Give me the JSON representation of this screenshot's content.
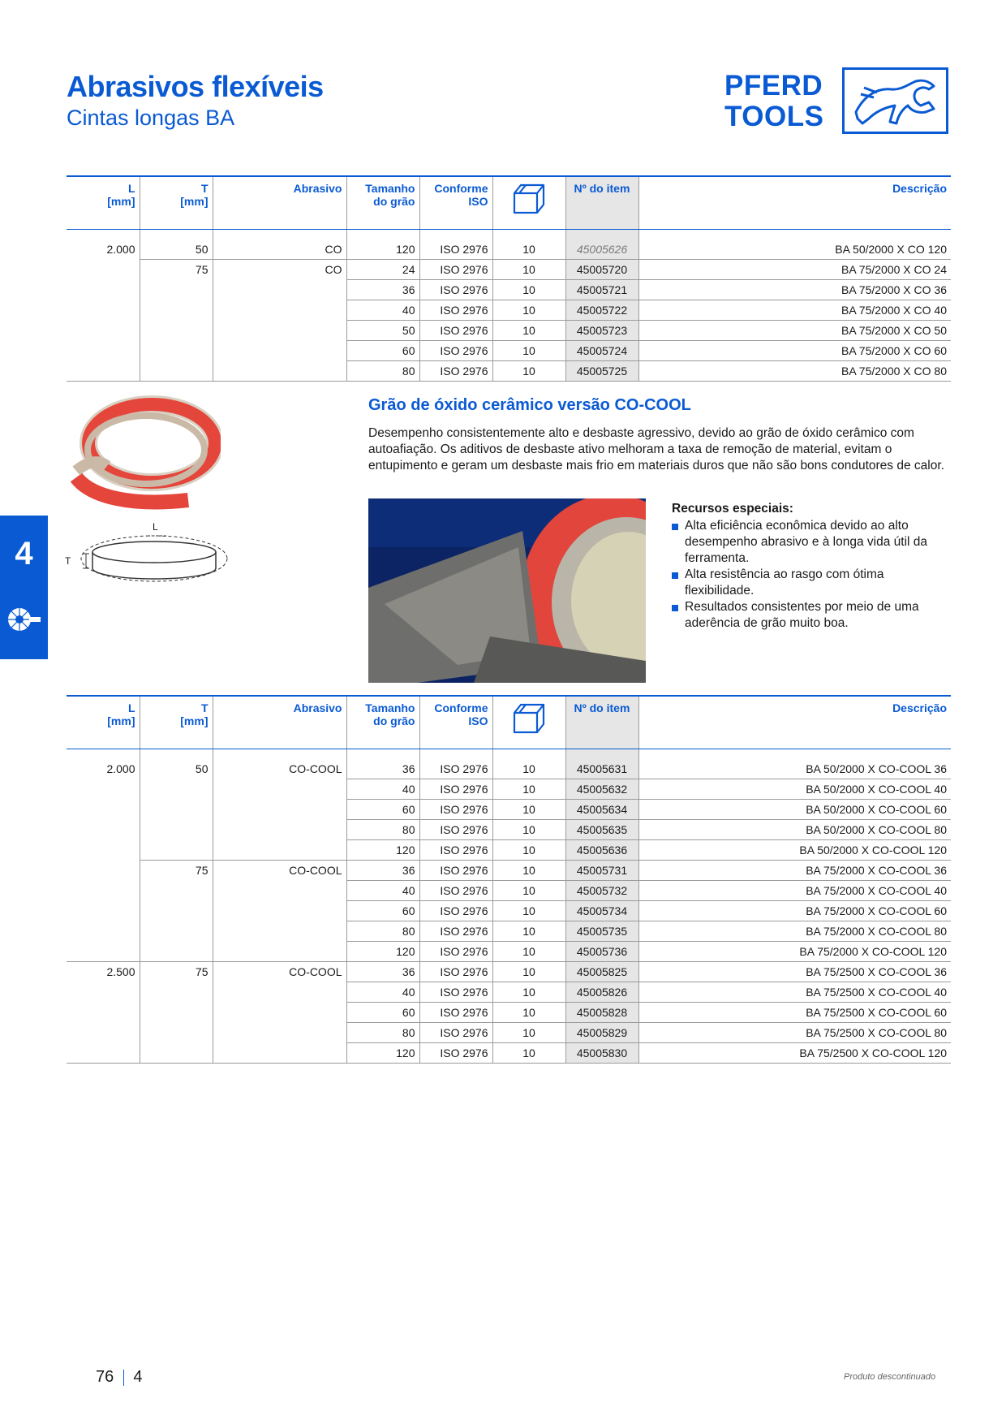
{
  "header": {
    "title": "Abrasivos flexíveis",
    "subtitle": "Cintas longas BA",
    "logo_line1": "PFERD",
    "logo_line2": "TOOLS"
  },
  "table_headers": {
    "l": "L",
    "l_unit": "[mm]",
    "t": "T",
    "t_unit": "[mm]",
    "abrasive": "Abrasivo",
    "grit_1": "Tamanho",
    "grit_2": "do grão",
    "conf_1": "Conforme",
    "conf_2": "ISO",
    "item": "Nº do item",
    "desc": "Descrição"
  },
  "table1": [
    {
      "l": "2.000",
      "t": "50",
      "abr": "CO",
      "grit": "120",
      "iso": "ISO 2976",
      "pack": "10",
      "item": "45005626",
      "desc": "BA 50/2000 X CO 120",
      "discontinued": true
    },
    {
      "l": "",
      "t": "75",
      "abr": "CO",
      "grit": "24",
      "iso": "ISO 2976",
      "pack": "10",
      "item": "45005720",
      "desc": "BA 75/2000 X CO 24"
    },
    {
      "l": "",
      "t": "",
      "abr": "",
      "grit": "36",
      "iso": "ISO 2976",
      "pack": "10",
      "item": "45005721",
      "desc": "BA 75/2000 X CO 36"
    },
    {
      "l": "",
      "t": "",
      "abr": "",
      "grit": "40",
      "iso": "ISO 2976",
      "pack": "10",
      "item": "45005722",
      "desc": "BA 75/2000 X CO 40"
    },
    {
      "l": "",
      "t": "",
      "abr": "",
      "grit": "50",
      "iso": "ISO 2976",
      "pack": "10",
      "item": "45005723",
      "desc": "BA 75/2000 X CO 50"
    },
    {
      "l": "",
      "t": "",
      "abr": "",
      "grit": "60",
      "iso": "ISO 2976",
      "pack": "10",
      "item": "45005724",
      "desc": "BA 75/2000 X CO 60"
    },
    {
      "l": "",
      "t": "",
      "abr": "",
      "grit": "80",
      "iso": "ISO 2976",
      "pack": "10",
      "item": "45005725",
      "desc": "BA 75/2000 X CO 80"
    }
  ],
  "section": {
    "heading": "Grão de óxido cerâmico versão CO-COOL",
    "description": "Desempenho consistentemente alto e desbaste agressivo, devido ao grão de óxido cerâmico com autoafiação. Os aditivos de desbaste ativo melhoram a taxa de remoção de material, evitam o entupimento e geram um desbaste mais frio em materiais duros que não são bons condutores de calor.",
    "features_title": "Recursos especiais:",
    "features": [
      "Alta eficiência econômica devido ao alto desempenho abrasivo e à longa vida útil da ferramenta.",
      "Alta resistência ao rasgo com ótima flexibilidade.",
      "Resultados consistentes por meio de uma aderência de grão muito boa."
    ],
    "diagram_l": "L",
    "diagram_t": "T"
  },
  "table2": [
    {
      "l": "2.000",
      "t": "50",
      "abr": "CO-COOL",
      "grit": "36",
      "iso": "ISO 2976",
      "pack": "10",
      "item": "45005631",
      "desc": "BA 50/2000 X CO-COOL 36"
    },
    {
      "l": "",
      "t": "",
      "abr": "",
      "grit": "40",
      "iso": "ISO 2976",
      "pack": "10",
      "item": "45005632",
      "desc": "BA 50/2000 X CO-COOL 40"
    },
    {
      "l": "",
      "t": "",
      "abr": "",
      "grit": "60",
      "iso": "ISO 2976",
      "pack": "10",
      "item": "45005634",
      "desc": "BA 50/2000 X CO-COOL 60"
    },
    {
      "l": "",
      "t": "",
      "abr": "",
      "grit": "80",
      "iso": "ISO 2976",
      "pack": "10",
      "item": "45005635",
      "desc": "BA 50/2000 X CO-COOL 80"
    },
    {
      "l": "",
      "t": "",
      "abr": "",
      "grit": "120",
      "iso": "ISO 2976",
      "pack": "10",
      "item": "45005636",
      "desc": "BA 50/2000 X CO-COOL 120"
    },
    {
      "l": "",
      "t": "75",
      "abr": "CO-COOL",
      "grit": "36",
      "iso": "ISO 2976",
      "pack": "10",
      "item": "45005731",
      "desc": "BA 75/2000 X CO-COOL 36"
    },
    {
      "l": "",
      "t": "",
      "abr": "",
      "grit": "40",
      "iso": "ISO 2976",
      "pack": "10",
      "item": "45005732",
      "desc": "BA 75/2000 X CO-COOL 40"
    },
    {
      "l": "",
      "t": "",
      "abr": "",
      "grit": "60",
      "iso": "ISO 2976",
      "pack": "10",
      "item": "45005734",
      "desc": "BA 75/2000 X CO-COOL 60"
    },
    {
      "l": "",
      "t": "",
      "abr": "",
      "grit": "80",
      "iso": "ISO 2976",
      "pack": "10",
      "item": "45005735",
      "desc": "BA 75/2000 X CO-COOL 80"
    },
    {
      "l": "",
      "t": "",
      "abr": "",
      "grit": "120",
      "iso": "ISO 2976",
      "pack": "10",
      "item": "45005736",
      "desc": "BA 75/2000 X CO-COOL 120"
    },
    {
      "l": "2.500",
      "t": "75",
      "abr": "CO-COOL",
      "grit": "36",
      "iso": "ISO 2976",
      "pack": "10",
      "item": "45005825",
      "desc": "BA 75/2500 X CO-COOL 36"
    },
    {
      "l": "",
      "t": "",
      "abr": "",
      "grit": "40",
      "iso": "ISO 2976",
      "pack": "10",
      "item": "45005826",
      "desc": "BA 75/2500 X CO-COOL 40"
    },
    {
      "l": "",
      "t": "",
      "abr": "",
      "grit": "60",
      "iso": "ISO 2976",
      "pack": "10",
      "item": "45005828",
      "desc": "BA 75/2500 X CO-COOL 60"
    },
    {
      "l": "",
      "t": "",
      "abr": "",
      "grit": "80",
      "iso": "ISO 2976",
      "pack": "10",
      "item": "45005829",
      "desc": "BA 75/2500 X CO-COOL 80"
    },
    {
      "l": "",
      "t": "",
      "abr": "",
      "grit": "120",
      "iso": "ISO 2976",
      "pack": "10",
      "item": "45005830",
      "desc": "BA 75/2500 X CO-COOL 120"
    }
  ],
  "side_tab": {
    "number": "4"
  },
  "footer": {
    "page": "76",
    "chapter": "4",
    "note": "Produto descontinuado"
  },
  "colors": {
    "brand_blue": "#0a5ad4",
    "item_column_bg": "#e6e6e6",
    "belt_red": "#e5463c"
  }
}
